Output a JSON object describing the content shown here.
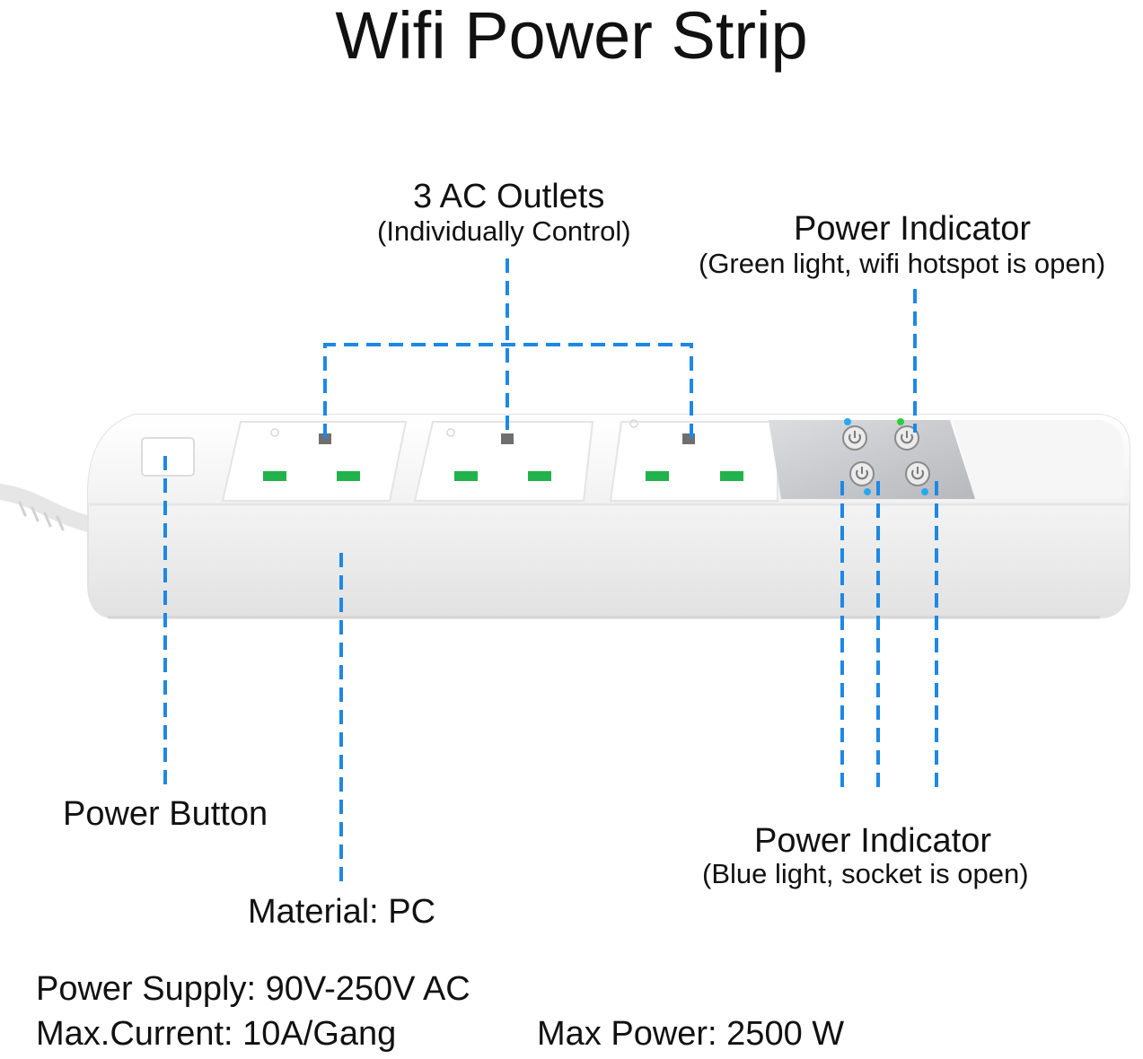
{
  "title": "Wifi Power Strip",
  "labels": {
    "outlets": {
      "title": "3 AC Outlets",
      "sub": "(Individually Control)"
    },
    "indicator_green": {
      "title": "Power Indicator",
      "sub": "(Green light, wifi hotspot is open)"
    },
    "power_button": "Power Button",
    "material": "Material: PC",
    "indicator_blue": {
      "title": "Power Indicator",
      "sub": "(Blue light, socket is open)"
    }
  },
  "specs": {
    "supply": "Power Supply: 90V-250V AC",
    "current": "Max.Current: 10A/Gang",
    "power": "Max Power: 2500 W"
  },
  "colors": {
    "callout_line": "#1e88e5",
    "socket_pin": "#22b24c",
    "green_led": "#2ecc40",
    "blue_led": "#29a8f0",
    "panel": "#c9cacc"
  }
}
